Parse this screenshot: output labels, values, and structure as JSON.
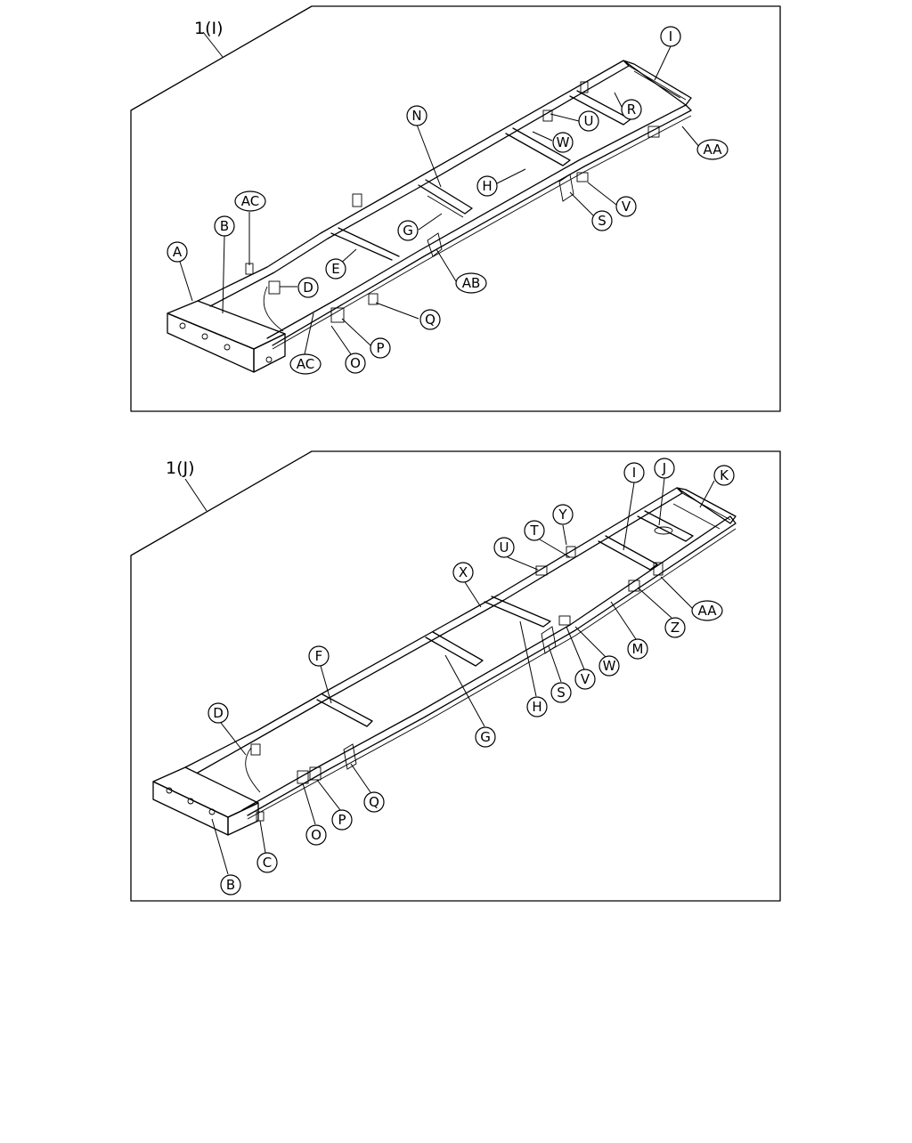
{
  "panels": [
    {
      "title": "1(I)",
      "labels": [
        "I",
        "N",
        "U",
        "R",
        "W",
        "AA",
        "H",
        "V",
        "S",
        "AC",
        "G",
        "B",
        "A",
        "E",
        "D",
        "AB",
        "Q",
        "P",
        "O",
        "AC"
      ]
    },
    {
      "title": "1(J)",
      "labels": [
        "I",
        "J",
        "K",
        "Y",
        "T",
        "U",
        "X",
        "AA",
        "Z",
        "M",
        "W",
        "V",
        "S",
        "H",
        "F",
        "G",
        "D",
        "Q",
        "P",
        "O",
        "C",
        "B"
      ]
    }
  ]
}
